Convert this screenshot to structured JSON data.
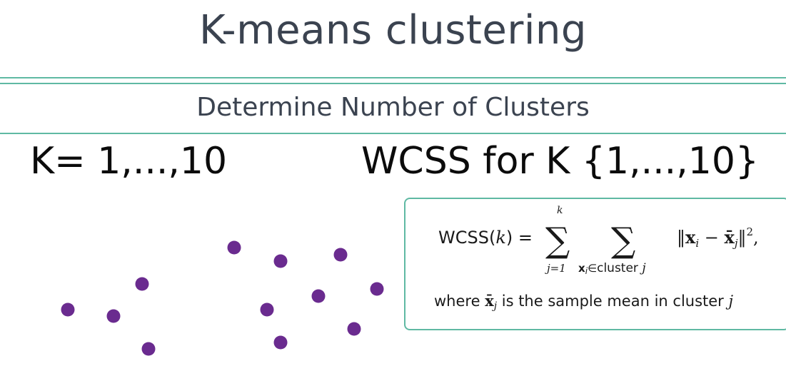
{
  "header": {
    "title": "K-means clustering",
    "subtitle": "Determine Number of Clusters"
  },
  "headings": {
    "k_range": "K= 1,...,10",
    "wcss_for_k": "WCSS for K {1,...,10}"
  },
  "formula": {
    "lhs": "WCSS(k) =",
    "sum_upper": "k",
    "sum_lower": "j=1",
    "inner_sum_lower": "x_i∈cluster j",
    "norm_term": "‖x_i − x̄_j‖², ",
    "note": "where x̄_j is the sample mean in cluster j"
  },
  "colors": {
    "accent": "#5fb9a3",
    "point": "#6a2b8f",
    "text": "#3b4350"
  },
  "data_points": [
    {
      "x": 1,
      "y": 2
    },
    {
      "x": 2,
      "y": 2
    },
    {
      "x": 3,
      "y": 3
    },
    {
      "x": 3,
      "y": 1
    },
    {
      "x": 5,
      "y": 4
    },
    {
      "x": 6,
      "y": 4
    },
    {
      "x": 7,
      "y": 4
    },
    {
      "x": 6,
      "y": 2
    },
    {
      "x": 7,
      "y": 3
    },
    {
      "x": 8,
      "y": 3
    },
    {
      "x": 6,
      "y": 1
    },
    {
      "x": 8,
      "y": 2
    }
  ]
}
